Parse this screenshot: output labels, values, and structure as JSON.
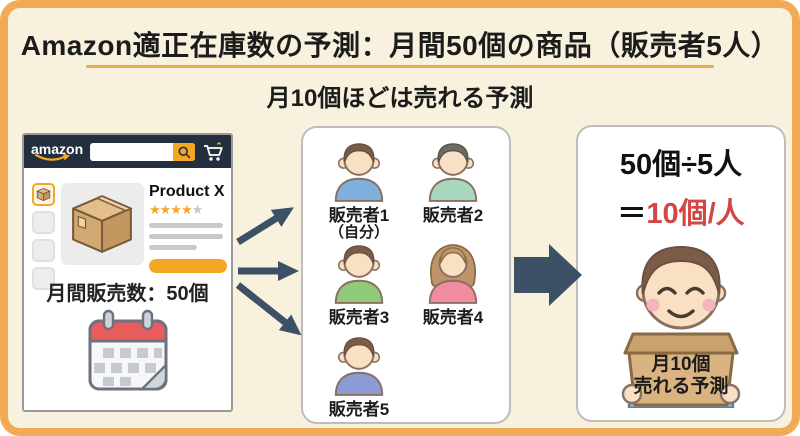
{
  "header": {
    "title": "Amazon適正在庫数の予測：月間50個の商品（販売者5人）",
    "subtitle": "月10個ほどは売れる予測"
  },
  "amazon_panel": {
    "logo": "amazon",
    "product_name": "Product X",
    "rating_stars_filled": "★★★★",
    "rating_star_empty": "★",
    "sales_text": "月間販売数：50個"
  },
  "sellers_panel": {
    "sellers": [
      {
        "label": "販売者1",
        "sublabel": "（自分）",
        "shirt": "#7FB0DC",
        "hair": "#7B5C49"
      },
      {
        "label": "販売者2",
        "shirt": "#A9D6BE",
        "hair": "#6F6B63"
      },
      {
        "label": "販売者3",
        "shirt": "#8FCB79",
        "hair": "#7B5C49"
      },
      {
        "label": "販売者4",
        "shirt": "#F28CA0",
        "hair": "#BE9468"
      },
      {
        "label": "販売者5",
        "shirt": "#8C9BD4",
        "hair": "#7B5C49"
      }
    ]
  },
  "result_panel": {
    "formula_line1": "50個÷5人",
    "equals": "＝",
    "formula_result": "10個/人",
    "box_label_line1": "月10個",
    "box_label_line2": "売れる予測"
  },
  "colors": {
    "frame_orange": "#F1AB55",
    "background_cream": "#F8F1DE",
    "divider_orange": "#EFA94A",
    "arrow_slate": "#3D5166",
    "result_red": "#D24646",
    "amazon_navy": "#232F3E",
    "amazon_orange": "#F5A623"
  }
}
